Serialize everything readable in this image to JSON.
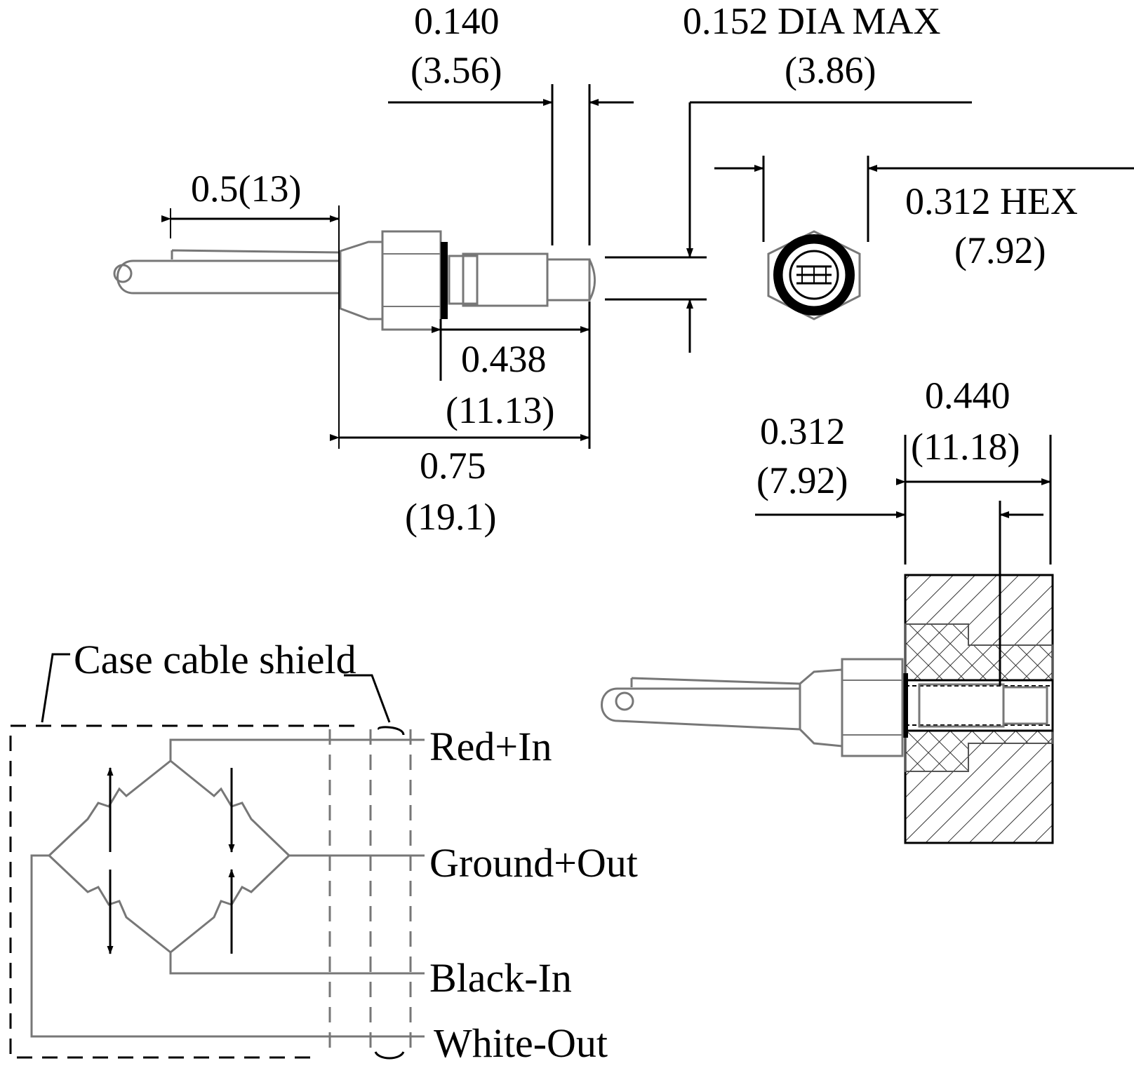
{
  "dimensions": {
    "thread_length": {
      "in": "0.140",
      "mm": "(3.56)"
    },
    "tip_dia": {
      "in": "0.152 DIA MAX",
      "mm": "(3.86)"
    },
    "cable_length": {
      "label": "0.5(13)"
    },
    "hex": {
      "in": "0.312 HEX",
      "mm": "(7.92)"
    },
    "thread_body": {
      "in": "0.438",
      "mm": "(11.13)"
    },
    "overall": {
      "in": "0.75",
      "mm": "(19.1)"
    },
    "mount_depth": {
      "in": "0.312",
      "mm": "(7.92)"
    },
    "mount_total": {
      "in": "0.440",
      "mm": "(11.18)"
    }
  },
  "wiring": {
    "shield_label": "Case cable shield",
    "wires": [
      "Red+In",
      "Ground+Out",
      "Black-In",
      "White-Out"
    ]
  }
}
